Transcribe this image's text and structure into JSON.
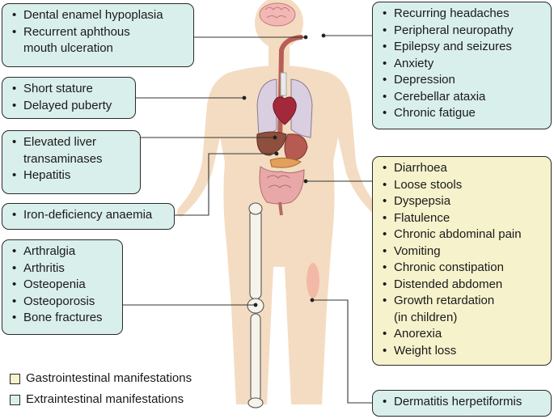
{
  "boxes": {
    "oral": {
      "items": [
        "Dental enamel hypoplasia",
        "Recurrent aphthous",
        "mouth ulceration"
      ]
    },
    "growth": {
      "items": [
        "Short stature",
        "Delayed puberty"
      ]
    },
    "liver": {
      "items": [
        "Elevated liver",
        "transaminases",
        "Hepatitis"
      ]
    },
    "anaemia": {
      "items": [
        "Iron-deficiency anaemia"
      ]
    },
    "bone": {
      "items": [
        "Arthralgia",
        "Arthritis",
        "Osteopenia",
        "Osteoporosis",
        "Bone fractures"
      ]
    },
    "neuro": {
      "items": [
        "Recurring headaches",
        "Peripheral neuropathy",
        "Epilepsy and seizures",
        "Anxiety",
        "Depression",
        "Cerebellar ataxia",
        "Chronic fatigue"
      ]
    },
    "gi": {
      "items": [
        "Diarrhoea",
        "Loose stools",
        "Dyspepsia",
        "Flatulence",
        "Chronic abdominal pain",
        "Vomiting",
        "Chronic constipation",
        "Distended abdomen",
        "Growth retardation",
        "(in children)",
        "Anorexia",
        "Weight loss"
      ]
    },
    "skin": {
      "items": [
        "Dermatitis herpetiformis"
      ]
    }
  },
  "legend": {
    "gastrointestinal": "Gastrointestinal manifestations",
    "extraintestinal": "Extraintestinal manifestations"
  },
  "colors": {
    "gastrointestinal": "#f6f2cc",
    "extraintestinal": "#d9efec",
    "body": "#f4dcc2",
    "connector": "#333333"
  }
}
